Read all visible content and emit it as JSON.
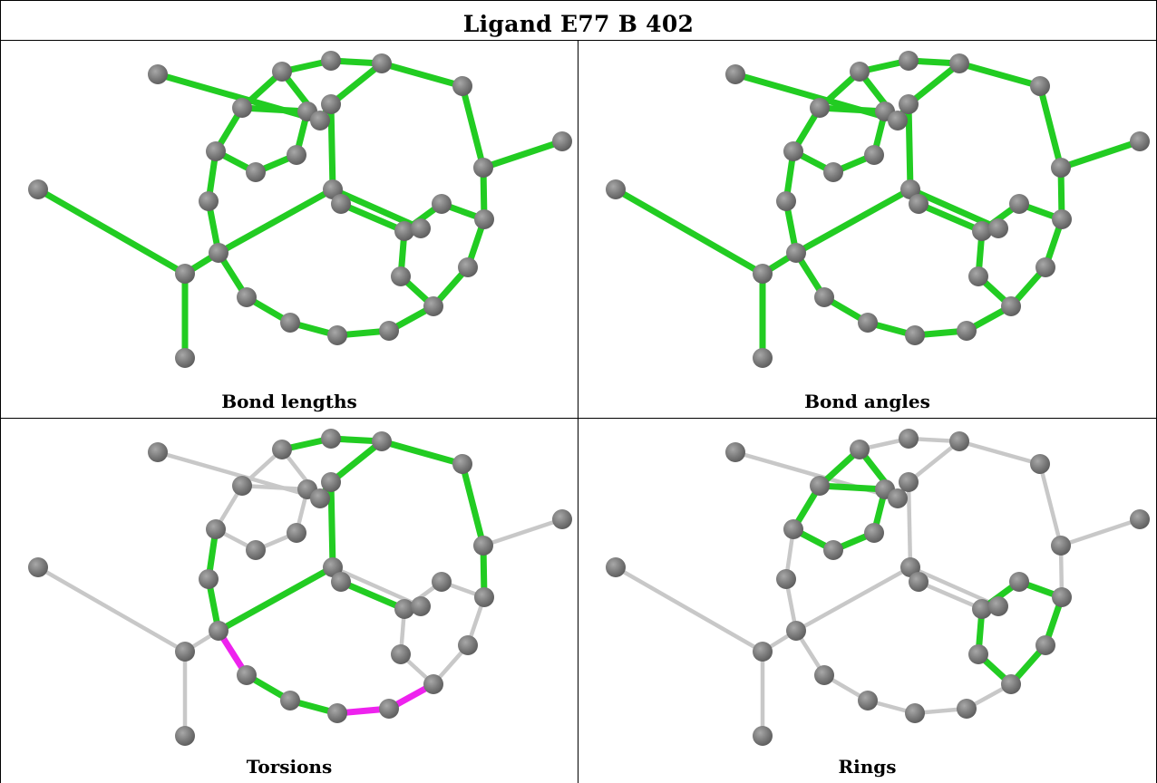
{
  "title": "Ligand E77 B 402",
  "colors": {
    "bond_green": "#22cc22",
    "bond_magenta": "#ee22ee",
    "bond_grey": "#c8c8c8",
    "atom": "#7c7c7c"
  },
  "panels": [
    {
      "caption": "Bond lengths",
      "mode": "lengths"
    },
    {
      "caption": "Bond angles",
      "mode": "angles"
    },
    {
      "caption": "Torsions",
      "mode": "torsions"
    },
    {
      "caption": "Rings",
      "mode": "rings"
    }
  ]
}
